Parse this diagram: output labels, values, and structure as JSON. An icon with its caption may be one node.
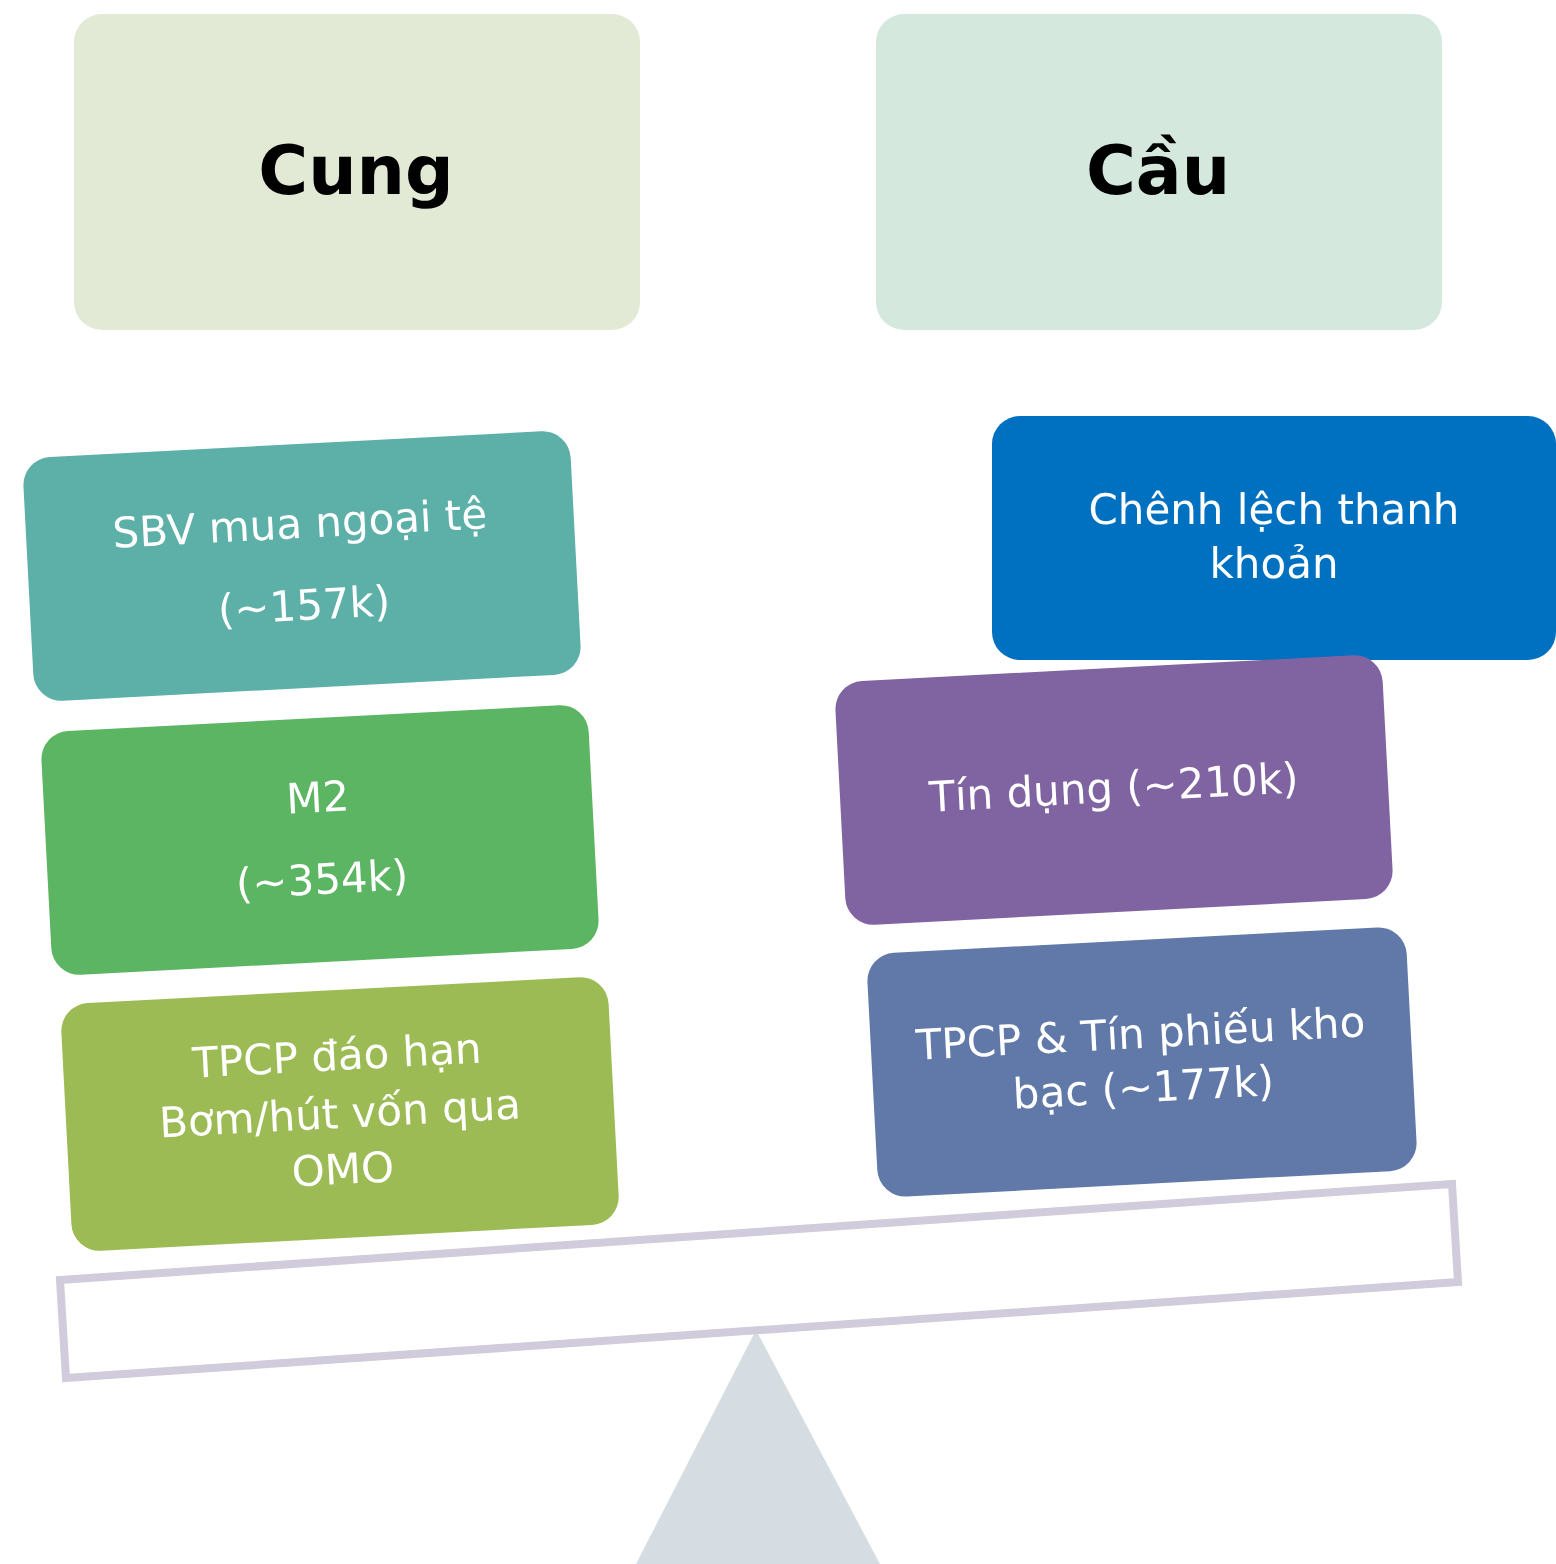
{
  "diagram": {
    "nodes": [
      {
        "text": [
          "Cung"
        ]
      },
      {
        "text": [
          "Cầu"
        ]
      },
      {
        "text": [
          "SBV mua ngoại tệ",
          "(~157k)"
        ]
      },
      {
        "text": [
          "M2",
          "(~354k)"
        ]
      },
      {
        "text": [
          "TPCP đáo hạn",
          "Bơm/hút vốn qua OMO"
        ]
      },
      {
        "text": [
          "Chênh lệch thanh khoản"
        ]
      },
      {
        "text": [
          "Tín dụng (~210k)"
        ]
      },
      {
        "text": [
          "TPCP & Tín phiếu kho bạc (~177k)"
        ]
      }
    ]
  }
}
